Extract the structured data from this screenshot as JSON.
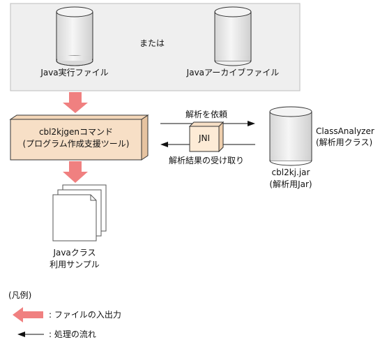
{
  "top_box": {
    "left_cylinder_label": "Java実行ファイル",
    "or_label": "または",
    "right_cylinder_label": "Javaアーカイブファイル"
  },
  "command_box": {
    "line1": "cbl2kjgenコマンド",
    "line2": "(プログラム作成支援ツール)"
  },
  "jni": {
    "label": "JNI",
    "request_label": "解析を依頼",
    "receive_label": "解析結果の受け取り"
  },
  "jar": {
    "side_line1": "ClassAnalyzer",
    "side_line2": "(解析用クラス)",
    "bottom_line1": "cbl2kj.jar",
    "bottom_line2": "(解析用Jar)"
  },
  "output": {
    "line1": "Javaクラス",
    "line2": "利用サンプル"
  },
  "legend": {
    "title": "(凡例)",
    "file_io_label": ": ファイルの入出力",
    "flow_label": ": 処理の流れ"
  },
  "colors": {
    "panel_bg": "#efefef",
    "command_fill": "#f7dfc6",
    "command_side": "#e6c3a0",
    "jni_fill": "#fdebd6",
    "io_arrow": "#f08080",
    "cylinder": "#e7e7e7"
  }
}
